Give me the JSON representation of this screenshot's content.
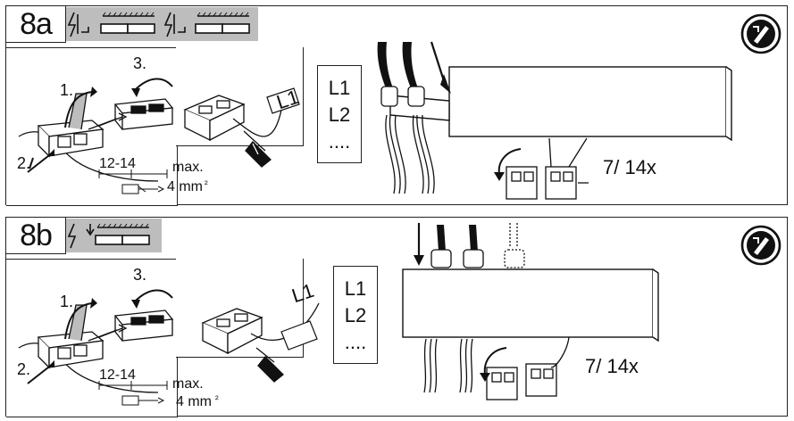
{
  "panels": [
    {
      "id": "8a",
      "number": "8a",
      "steps": [
        "1.",
        "2.",
        "3."
      ],
      "wire_label": "L1",
      "strip_length": "12-14",
      "max_label": "max.",
      "size_label": "4 mm",
      "sq_mark": "²",
      "list": [
        "L1",
        "L2",
        "...."
      ],
      "count_label": "7/ 14x"
    },
    {
      "id": "8b",
      "number": "8b",
      "steps": [
        "1.",
        "2.",
        "3."
      ],
      "wire_label": "L1",
      "strip_length": "12-14",
      "max_label": "max.",
      "size_label": "4 mm",
      "sq_mark": "²",
      "list": [
        "L1",
        "L2",
        "...."
      ],
      "count_label": "7/ 14x"
    }
  ],
  "icons": [
    "electrician-icon",
    "power-off-icon",
    "connector-icon"
  ],
  "colors": {
    "grey_bar": "#bdbdbd",
    "ink": "#111111"
  }
}
